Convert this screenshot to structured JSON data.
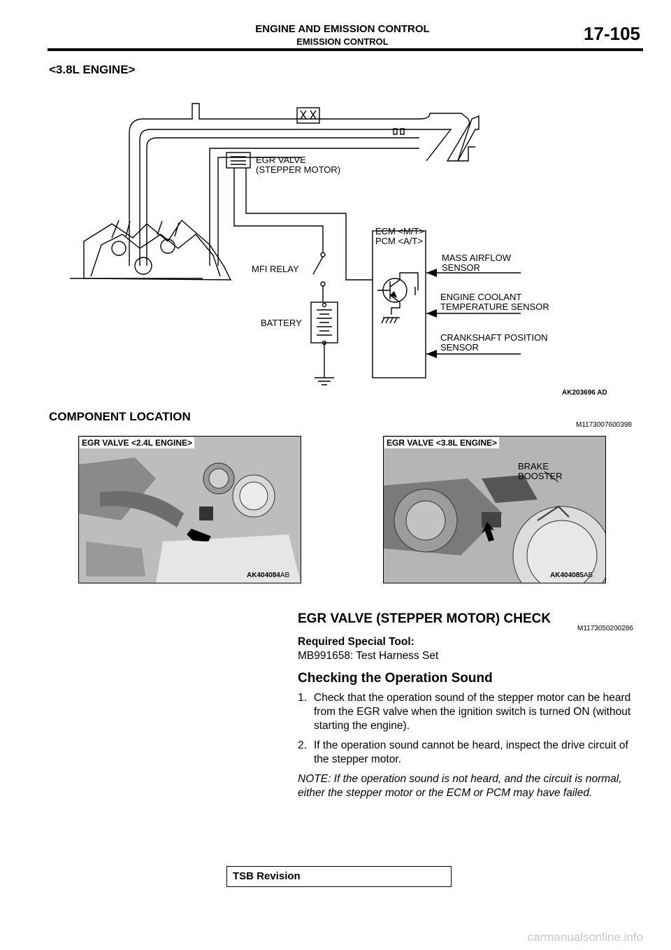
{
  "header": {
    "title": "ENGINE AND EMISSION CONTROL",
    "subtitle": "EMISSION CONTROL",
    "page_number": "17-105"
  },
  "diagram_section": {
    "title": "<3.8L ENGINE>",
    "labels": {
      "egr_valve_1": "EGR VALVE",
      "egr_valve_2": "(STEPPER MOTOR)",
      "ecm": "ECM <M/T>",
      "pcm": "PCM <A/T>",
      "maf_1": "MASS AIRFLOW",
      "maf_2": "SENSOR",
      "mfi_relay": "MFI RELAY",
      "ect_1": "ENGINE COOLANT",
      "ect_2": "TEMPERATURE SENSOR",
      "battery": "BATTERY",
      "ckp_1": "CRANKSHAFT POSITION",
      "ckp_2": "SENSOR"
    },
    "figure_code": "AK203696",
    "figure_suffix": "AD"
  },
  "component_location": {
    "title": "COMPONENT LOCATION",
    "code": "M1173007600398",
    "photos": [
      {
        "label": "EGR VALVE <2.4L ENGINE>",
        "code": "AK404084",
        "suffix": "AB"
      },
      {
        "label": "EGR VALVE <3.8L ENGINE>",
        "code": "AK404085",
        "suffix": "AB",
        "callout_1": "BRAKE",
        "callout_2": "BOOSTER"
      }
    ]
  },
  "check_section": {
    "title": "EGR VALVE (STEPPER MOTOR) CHECK",
    "code": "M1173050200286",
    "tool_heading": "Required Special Tool:",
    "tool_text": "MB991658: Test Harness Set",
    "subheading": "Checking the Operation Sound",
    "steps": [
      {
        "num": "1.",
        "text": "Check that the operation sound of the stepper motor can be heard from the EGR valve when the ignition switch is turned ON (without starting the engine)."
      },
      {
        "num": "2.",
        "text": "If the operation sound cannot be heard, inspect the drive circuit of the stepper motor."
      }
    ],
    "note": "NOTE: If the operation sound is not heard, and the circuit is normal, either the stepper motor or the ECM or PCM may have failed."
  },
  "footer": {
    "tsb_label": "TSB Revision",
    "watermark": "carmanualsonline.info"
  }
}
